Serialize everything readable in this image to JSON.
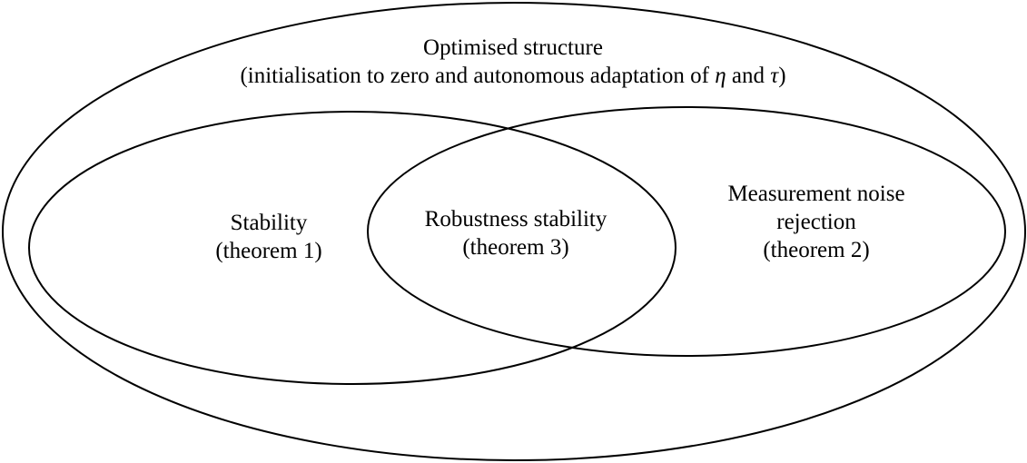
{
  "outer_set": {
    "title": "Optimised structure",
    "subtitle_prefix": "(initialisation to zero and autonomous adaptation of ",
    "symbol_eta": "η",
    "subtitle_and": " and ",
    "symbol_tau": "τ",
    "subtitle_suffix": ")"
  },
  "left_set": {
    "title": "Stability",
    "reference": "(theorem 1)"
  },
  "intersection_set": {
    "title": "Robustness stability",
    "reference": "(theorem 3)"
  },
  "right_set": {
    "title_line1": "Measurement noise",
    "title_line2": "rejection",
    "reference": "(theorem 2)"
  },
  "colors": {
    "stroke": "#000000",
    "background": "#ffffff"
  }
}
